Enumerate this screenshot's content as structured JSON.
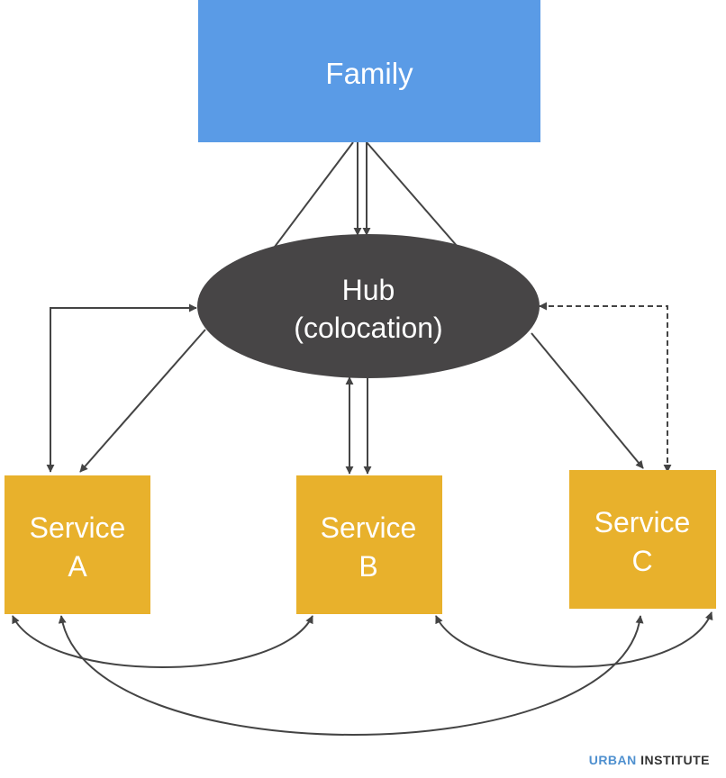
{
  "nodes": {
    "family": {
      "label": "Family"
    },
    "hub": {
      "line1": "Hub",
      "line2": "(colocation)"
    },
    "service_a": {
      "line1": "Service",
      "line2": "A"
    },
    "service_b": {
      "line1": "Service",
      "line2": "B"
    },
    "service_c": {
      "line1": "Service",
      "line2": "C"
    }
  },
  "logo": {
    "part1": "URBAN",
    "part2": "INSTITUTE"
  },
  "colors": {
    "family": "#5A9BE6",
    "hub": "#474546",
    "service": "#E8B12C",
    "arrow": "#444444",
    "logo_blue": "#4F90CF",
    "logo_dark": "#333333"
  }
}
